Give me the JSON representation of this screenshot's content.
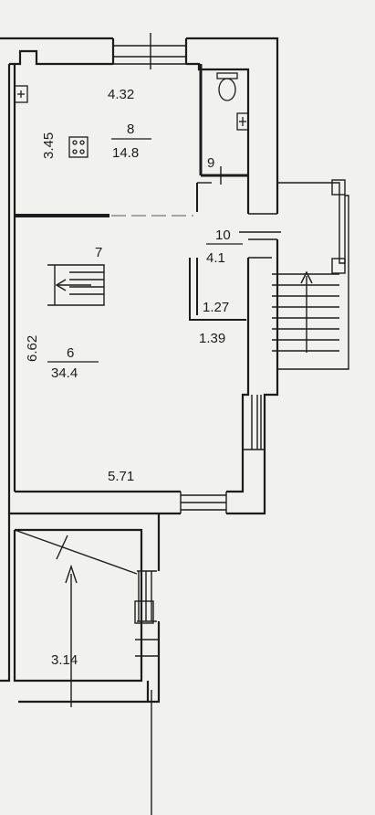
{
  "floorplan": {
    "dimensions": {
      "top_width": "4.32",
      "kitchen_height": "3.45",
      "main_height": "6.62",
      "bottom_width": "5.71",
      "corridor_width": "1.27",
      "corridor_length": "1.39",
      "annex_width": "3.14"
    },
    "rooms": {
      "kitchen": {
        "number": "8",
        "area": "14.8"
      },
      "wc": {
        "number": "9"
      },
      "hall": {
        "number": "10",
        "area": "4.1"
      },
      "stairs": {
        "number": "7"
      },
      "living": {
        "number": "6",
        "area": "34.4"
      }
    },
    "colors": {
      "wall": "#1c1c1c",
      "paper": "#f1f1ef"
    }
  }
}
